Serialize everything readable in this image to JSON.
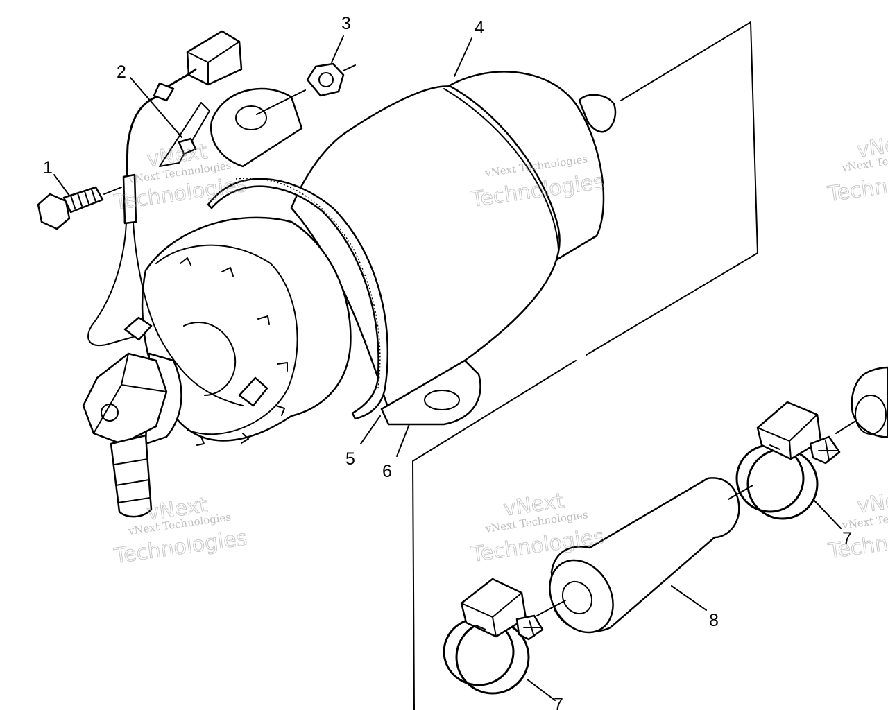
{
  "diagram": {
    "callouts": [
      {
        "id": "1",
        "label": "1"
      },
      {
        "id": "2",
        "label": "2"
      },
      {
        "id": "3",
        "label": "3"
      },
      {
        "id": "4",
        "label": "4"
      },
      {
        "id": "5",
        "label": "5"
      },
      {
        "id": "6",
        "label": "6"
      },
      {
        "id": "7a",
        "label": "7"
      },
      {
        "id": "7b",
        "label": "7"
      },
      {
        "id": "8",
        "label": "8"
      }
    ],
    "watermark": {
      "line1": "vNext Technologies",
      "line2": "vNext",
      "line3": "Technologies"
    }
  }
}
